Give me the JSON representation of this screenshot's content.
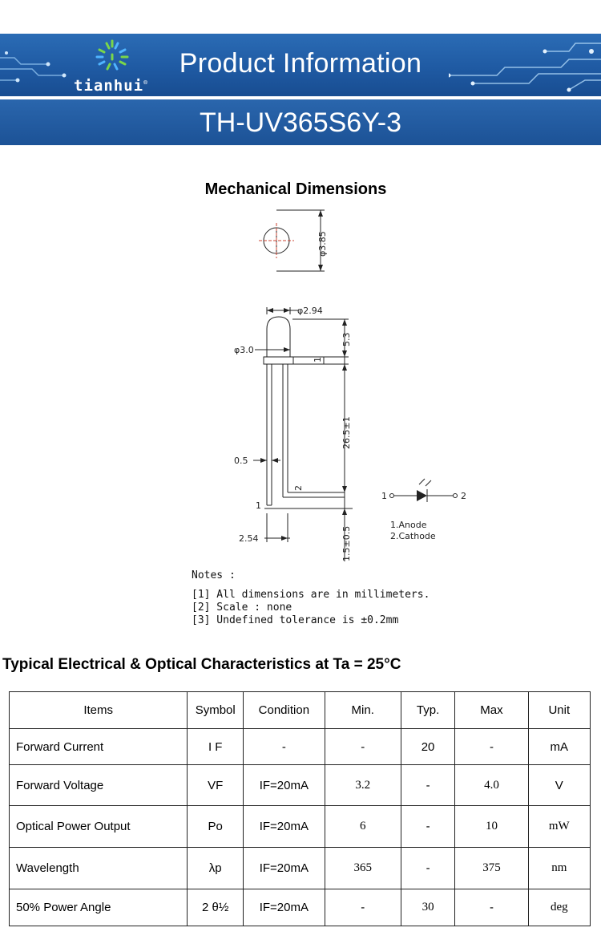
{
  "header": {
    "brand": "tianhui",
    "registered_mark": "®",
    "title": "Product Information",
    "model": "TH-UV365S6Y-3",
    "colors": {
      "banner": "#1f5aa3",
      "logo_green": "#7ad64a",
      "logo_blue": "#4fb4ff"
    }
  },
  "mechanical": {
    "title": "Mechanical Dimensions",
    "labels": {
      "dia_top": "φ3.85",
      "dia_lens": "φ2.94",
      "dia_flange": "φ3.0",
      "height": "5.3",
      "flange": "1",
      "lead_length": "26.5±1",
      "lead_width": "0.5",
      "pitch": "2.54",
      "standoff": "1.5±0.5",
      "pin1": "1",
      "pin2": "2"
    },
    "symbol": {
      "pin1": "1",
      "pin2": "2",
      "legend": [
        "1.Anode",
        "2.Cathode"
      ]
    },
    "notes": {
      "heading": "Notes :",
      "items": [
        "[1] All dimensions are in millimeters.",
        "[2] Scale :  none",
        "[3] Undefined tolerance is ±0.2mm"
      ]
    }
  },
  "characteristics": {
    "title": "Typical Electrical & Optical Characteristics at Ta = 25°C",
    "headers": [
      "Items",
      "Symbol",
      "Condition",
      "Min.",
      "Typ.",
      "Max",
      "Unit"
    ],
    "rows": [
      [
        "Forward Current",
        "I F",
        "-",
        "-",
        "20",
        "-",
        "mA"
      ],
      [
        "Forward Voltage",
        "VF",
        "IF=20mA",
        "3.2",
        "-",
        "4.0",
        "V"
      ],
      [
        "Optical Power Output",
        "Po",
        "IF=20mA",
        "6",
        "-",
        "10",
        "mW"
      ],
      [
        "Wavelength",
        "λp",
        "IF=20mA",
        "365",
        "-",
        "375",
        "nm"
      ],
      [
        "50% Power Angle",
        "2 θ½",
        "IF=20mA",
        "-",
        "30",
        "-",
        "deg"
      ]
    ]
  }
}
